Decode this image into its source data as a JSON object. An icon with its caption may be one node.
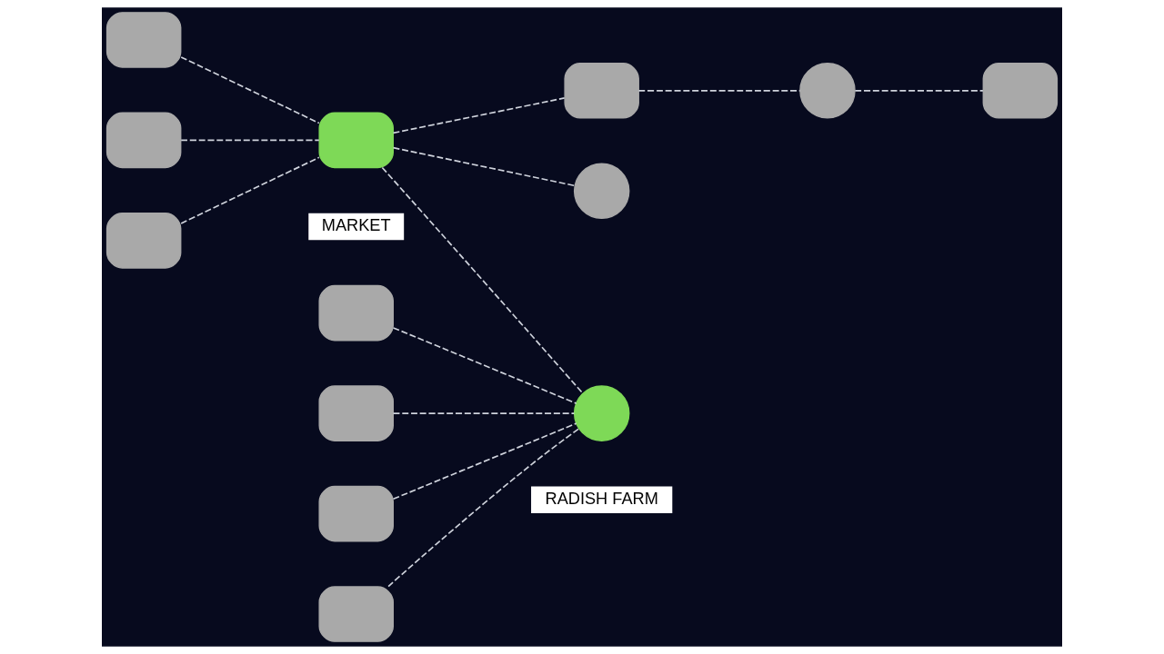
{
  "diagram": {
    "nodes": [
      {
        "text": [],
        "shape": "box"
      },
      {
        "text": [],
        "shape": "box"
      },
      {
        "text": [],
        "shape": "box"
      },
      {
        "text": [],
        "shape": "box",
        "beside": [
          "MARKET"
        ]
      },
      {
        "text": [],
        "shape": "box"
      },
      {
        "text": [],
        "shape": "box"
      },
      {
        "text": [],
        "shape": "box"
      },
      {
        "text": [],
        "shape": "box"
      },
      {
        "text": [],
        "shape": "circle",
        "beside": [
          "RADISH FARM"
        ]
      },
      {
        "text": [],
        "shape": "box"
      },
      {
        "text": [],
        "shape": "box"
      },
      {
        "text": [],
        "shape": "circle"
      },
      {
        "text": [],
        "shape": "circle"
      }
    ],
    "edges": [
      {
        "from": 0,
        "to": 3,
        "arrow": "none",
        "style": "dashed"
      },
      {
        "from": 2,
        "to": 3,
        "arrow": "none",
        "style": "dashed"
      },
      {
        "from": 4,
        "to": 3,
        "arrow": "none",
        "style": "dashed"
      },
      {
        "from": 3,
        "to": 8,
        "arrow": "none",
        "style": "dashed"
      },
      {
        "from": 3,
        "to": 10,
        "arrow": "none",
        "style": "dashed"
      },
      {
        "from": 3,
        "to": 12,
        "arrow": "none",
        "style": "dashed"
      },
      {
        "from": 1,
        "to": 8,
        "arrow": "none",
        "style": "dashed"
      },
      {
        "from": 5,
        "to": 8,
        "arrow": "none",
        "style": "dashed"
      },
      {
        "from": 6,
        "to": 8,
        "arrow": "none",
        "style": "dashed"
      },
      {
        "from": 7,
        "to": 8,
        "arrow": "none",
        "style": "dashed"
      },
      {
        "from": 10,
        "to": 11,
        "arrow": "none",
        "style": "dashed"
      },
      {
        "from": 11,
        "to": 9,
        "arrow": "none",
        "style": "dashed"
      }
    ]
  }
}
